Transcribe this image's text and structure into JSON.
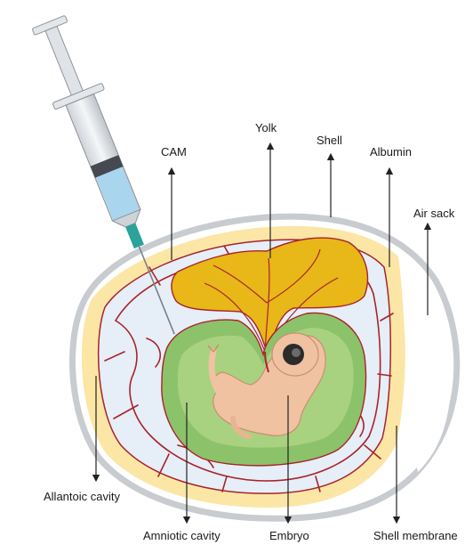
{
  "labels": {
    "cam": "CAM",
    "yolk": "Yolk",
    "shell": "Shell",
    "albumin": "Albumin",
    "air_sack": "Air sack",
    "allantoic_cavity": "Allantoic cavity",
    "amniotic_cavity": "Amniotic cavity",
    "embryo": "Embryo",
    "shell_membrane": "Shell membrane"
  },
  "colors": {
    "shell": "#c8cbcf",
    "albumin": "#fbe6a6",
    "allantoic": "#e6eef7",
    "vessel": "#a8232b",
    "yolk": "#e8b718",
    "amnion": "#8cc26a",
    "embryo": "#f0c2a2",
    "syringe_fluid": "#a9d6ee",
    "needle": "#2aa39a"
  }
}
